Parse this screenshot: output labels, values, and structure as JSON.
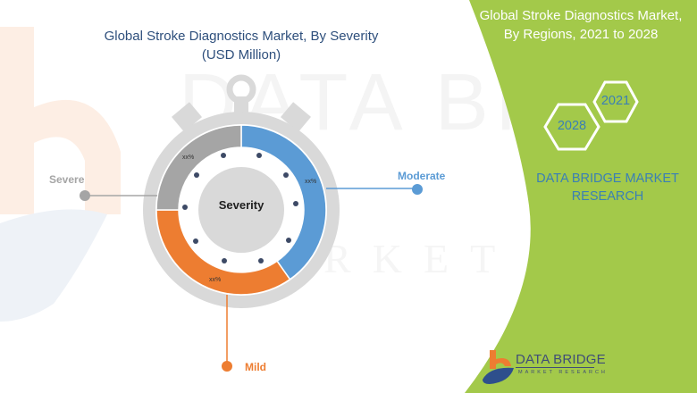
{
  "left_panel": {
    "title_line1": "Global Stroke Diagnostics Market, By Severity",
    "title_line2": "(USD Million)",
    "center_label": "Severity"
  },
  "right_panel": {
    "title_line1": "Global Stroke Diagnostics Market,",
    "title_line2": "By Regions, 2021 to 2028",
    "hex_years": [
      "2021",
      "2028"
    ],
    "brand_line1": "DATA BRIDGE MARKET",
    "brand_line2": "RESEARCH",
    "logo_name": "DATA BRIDGE",
    "logo_tagline": "MARKET RESEARCH",
    "panel_color": "#a3c94a"
  },
  "chart_data": {
    "type": "pie",
    "title": "Global Stroke Diagnostics Market, By Severity (USD Million)",
    "subtitle": "",
    "center_text": "Severity",
    "categories": [
      "Moderate",
      "Mild",
      "Severe"
    ],
    "value_labels": [
      "xx%",
      "xx%",
      "xx%"
    ],
    "approx_share_pct": [
      40,
      35,
      25
    ],
    "colors": {
      "Moderate": "#5b9bd5",
      "Mild": "#ed7d31",
      "Severe": "#a5a5a5"
    },
    "style": "donut-stopwatch",
    "legend_position": "callouts"
  },
  "labels": {
    "severe": "Severe",
    "moderate": "Moderate",
    "mild": "Mild",
    "pct_severe": "xx%",
    "pct_moderate": "xx%",
    "pct_mild": "xx%"
  }
}
